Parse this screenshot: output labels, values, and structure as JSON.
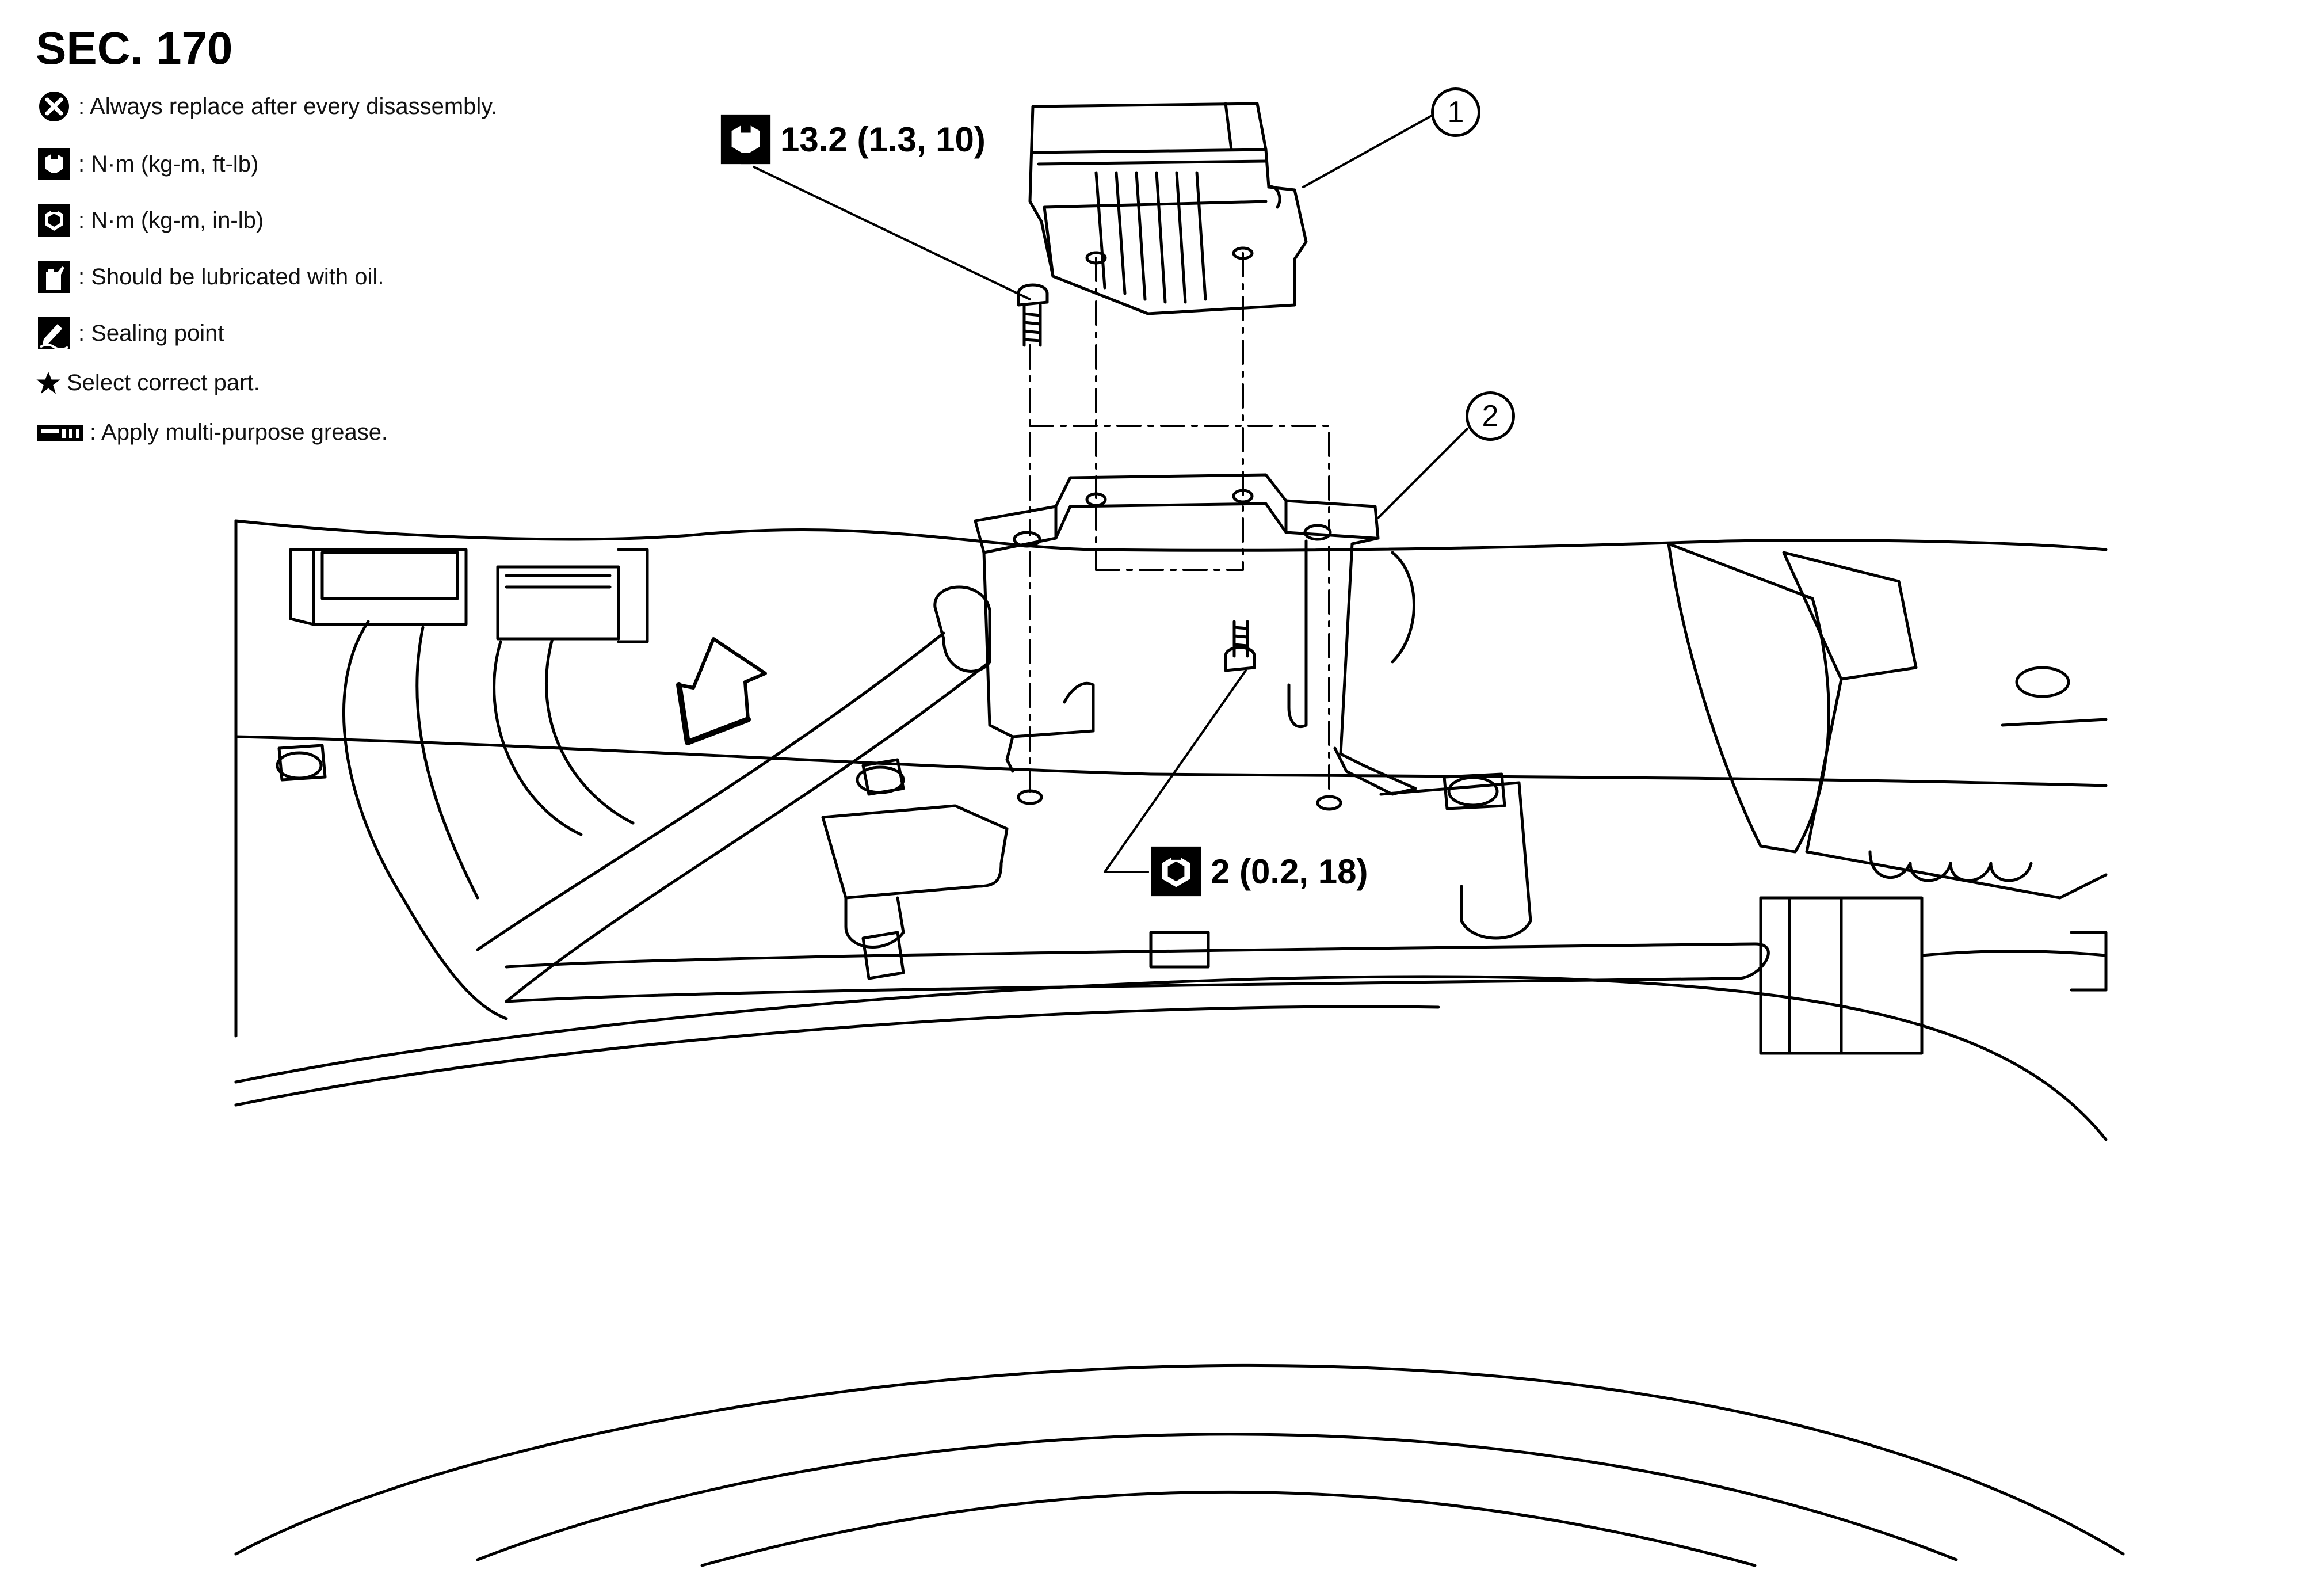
{
  "section": "SEC. 170",
  "legend": [
    {
      "icon": "always-replace-icon",
      "text": ": Always replace after every disassembly."
    },
    {
      "icon": "torque-ft-lb-icon",
      "text": ": N·m (kg-m, ft-lb)"
    },
    {
      "icon": "torque-in-lb-icon",
      "text": ": N·m (kg-m, in-lb)"
    },
    {
      "icon": "oil-can-icon",
      "text": ": Should be lubricated with oil."
    },
    {
      "icon": "sealing-point-icon",
      "text": ": Sealing point"
    },
    {
      "icon": "star-icon",
      "text": "Select correct part."
    },
    {
      "icon": "grease-icon",
      "text": ": Apply multi-purpose grease."
    }
  ],
  "torque_specs": {
    "bracket_screw": "13.2 (1.3, 10)",
    "module_screw": "2 (0.2, 18)"
  },
  "callouts": {
    "one": "1",
    "two": "2"
  }
}
